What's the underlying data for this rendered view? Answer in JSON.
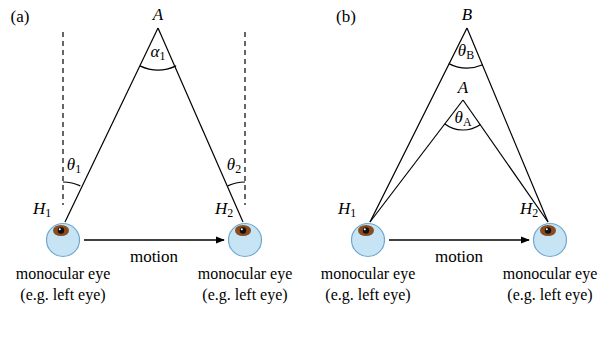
{
  "diagram": {
    "nodes": [
      {
        "text": [
          "H1",
          "monocular eye (e.g. left eye)"
        ]
      },
      {
        "text": [
          "H2",
          "monocular eye (e.g. left eye)"
        ]
      },
      {
        "text": [
          "H1",
          "monocular eye (e.g. left eye)"
        ]
      },
      {
        "text": [
          "H2",
          "monocular eye (e.g. left eye)"
        ]
      }
    ],
    "edges": [
      {
        "from": 0,
        "to": 1,
        "label": "motion",
        "arrow": "to"
      },
      {
        "from": 2,
        "to": 3,
        "label": "motion",
        "arrow": "to"
      }
    ],
    "labels": [
      "(a)",
      "A",
      "α1",
      "θ1",
      "θ2",
      "(b)",
      "B",
      "A",
      "θB",
      "θA"
    ]
  }
}
